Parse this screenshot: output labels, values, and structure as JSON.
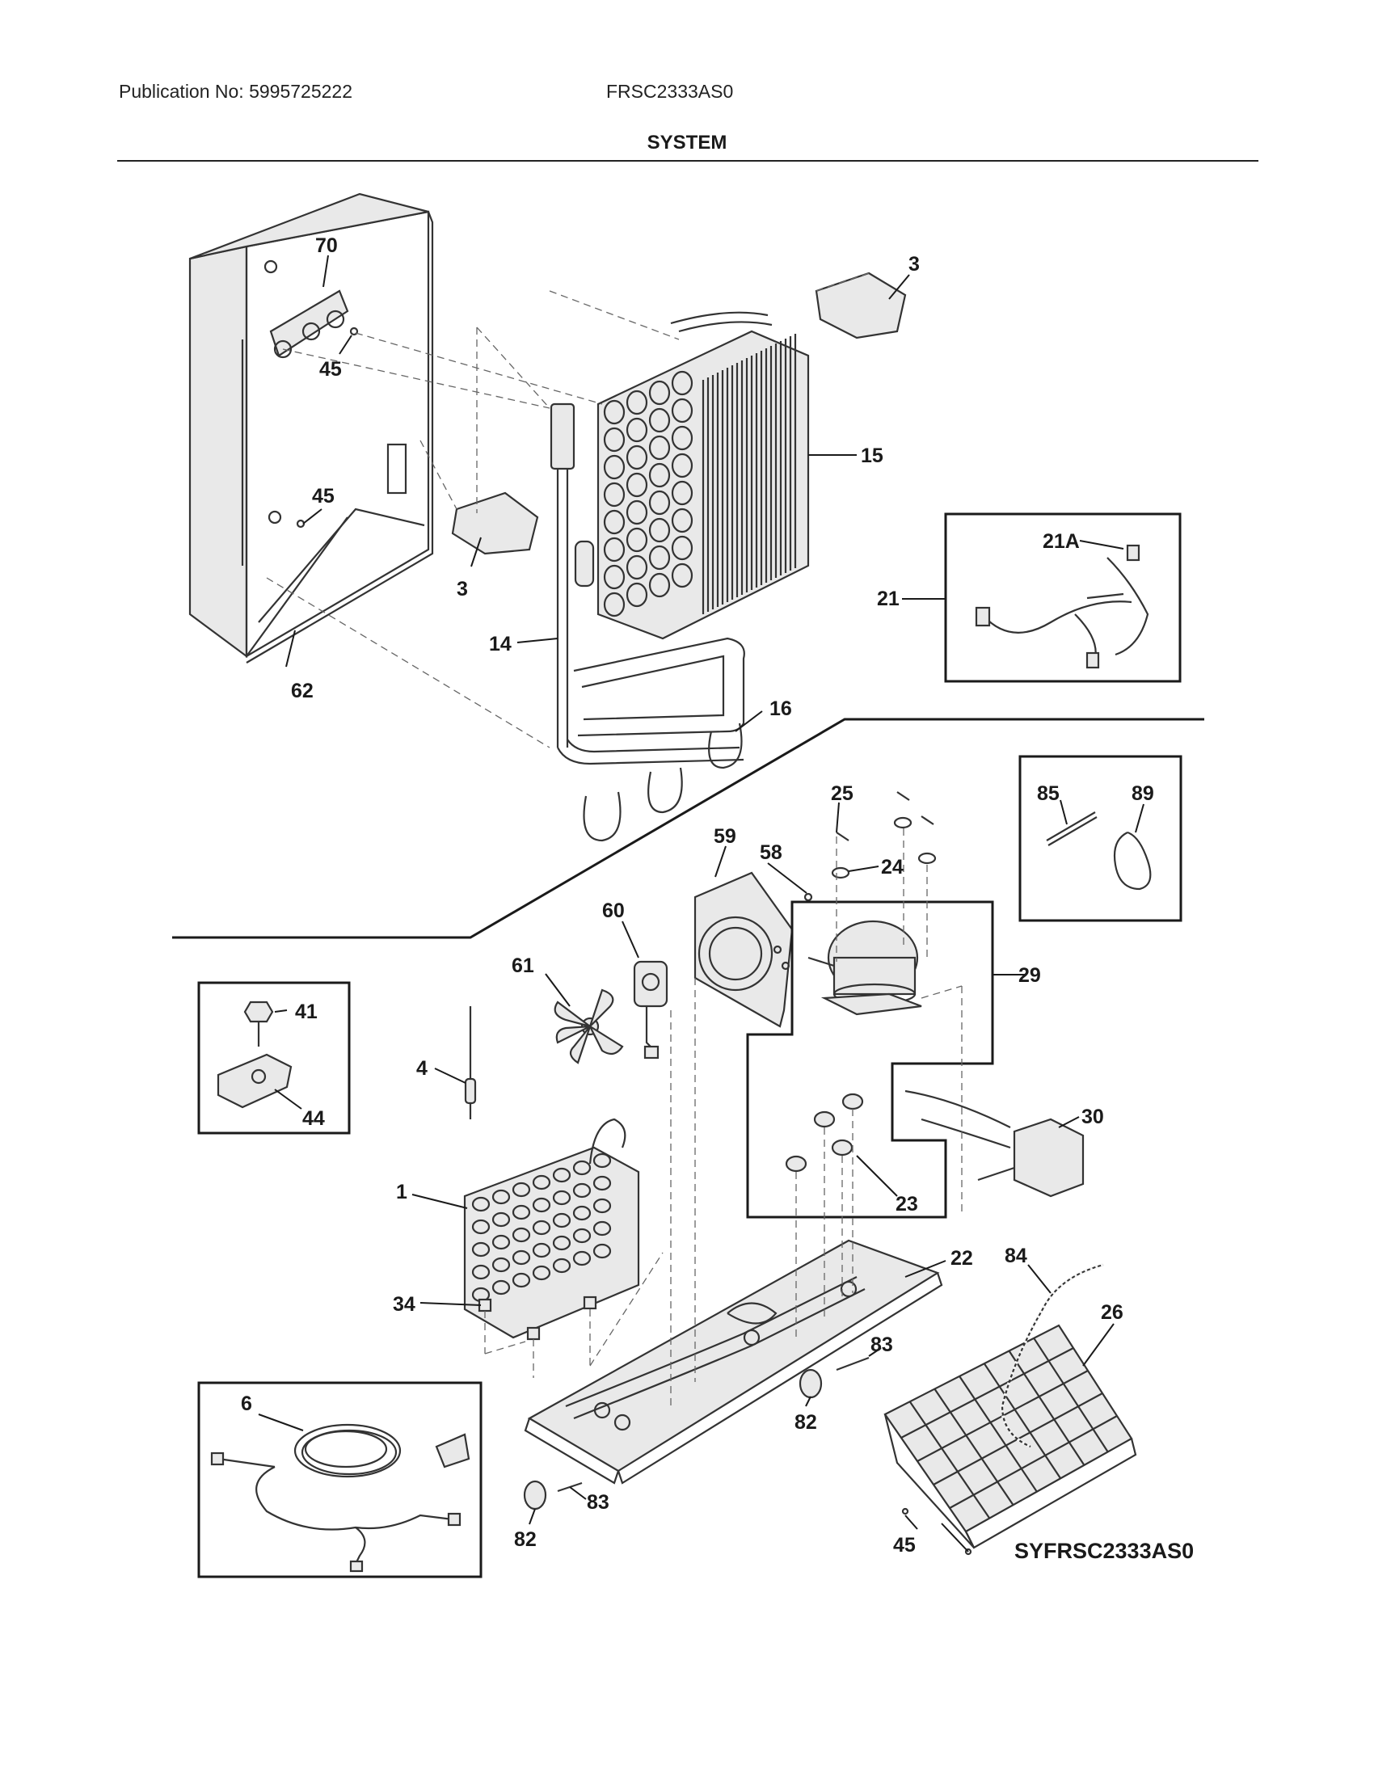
{
  "header": {
    "publication": "Publication No: 5995725222",
    "model": "FRSC2333AS0",
    "section_title": "SYSTEM"
  },
  "diagram_code": "SYFRSC2333AS0",
  "callouts": {
    "c1": "1",
    "c3a": "3",
    "c3b": "3",
    "c4": "4",
    "c6": "6",
    "c14": "14",
    "c15": "15",
    "c16": "16",
    "c21": "21",
    "c21a": "21A",
    "c22": "22",
    "c23": "23",
    "c24": "24",
    "c25": "25",
    "c26": "26",
    "c29": "29",
    "c30": "30",
    "c34": "34",
    "c41": "41",
    "c44": "44",
    "c45a": "45",
    "c45b": "45",
    "c45c": "45",
    "c58": "58",
    "c59": "59",
    "c60": "60",
    "c61": "61",
    "c62": "62",
    "c70": "70",
    "c82a": "82",
    "c82b": "82",
    "c83a": "83",
    "c83b": "83",
    "c84": "84",
    "c85": "85",
    "c89": "89"
  }
}
